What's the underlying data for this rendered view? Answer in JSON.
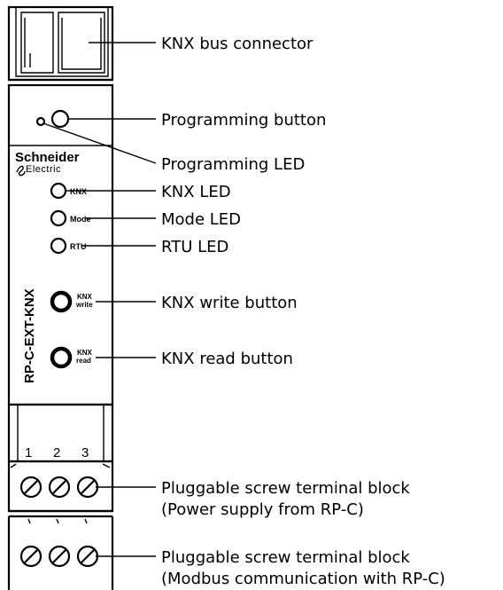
{
  "device": {
    "brand_line1": "Schneider",
    "brand_line2": "Electric",
    "model": "RP-C-EXT-KNX",
    "led_labels": {
      "knx": "KNX",
      "mode": "Mode",
      "rtu": "RTU"
    },
    "write_button_label": [
      "KNX",
      "write"
    ],
    "read_button_label": [
      "KNX",
      "read"
    ],
    "terminal_numbers": [
      "1",
      "2",
      "3"
    ]
  },
  "callouts": {
    "bus_connector": "KNX bus connector",
    "programming_button": "Programming button",
    "programming_led": "Programming LED",
    "knx_led": "KNX LED",
    "mode_led": "Mode LED",
    "rtu_led": "RTU LED",
    "knx_write_button": "KNX write button",
    "knx_read_button": "KNX read button",
    "power_terminal_line1": "Pluggable screw terminal block",
    "power_terminal_line2": "(Power supply from RP-C)",
    "modbus_terminal_line1": "Pluggable screw terminal block",
    "modbus_terminal_line2": "(Modbus communication with RP-C)"
  }
}
